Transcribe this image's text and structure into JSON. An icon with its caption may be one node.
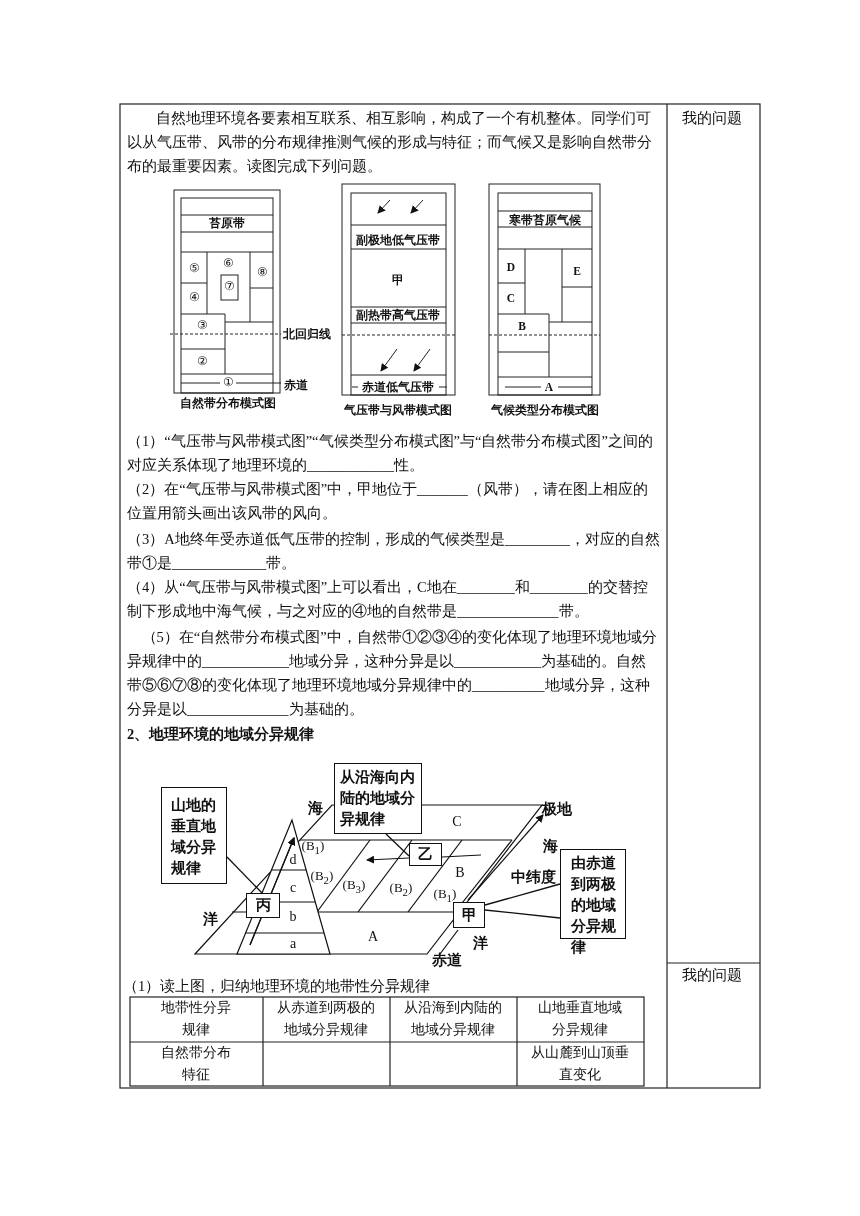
{
  "diagram": {
    "nodes": [
      {
        "text": [
          "从沿海向内陆的地域分异规律"
        ]
      },
      {
        "text": [
          "山地的垂直地域分异规律"
        ]
      },
      {
        "text": [
          "乙"
        ]
      },
      {
        "text": [
          "由赤道到两极的地域分异规律"
        ]
      },
      {
        "text": [
          "丙"
        ]
      },
      {
        "text": [
          "甲"
        ]
      }
    ],
    "edges": [
      {
        "from": 0,
        "to": 2,
        "arrow": "none"
      },
      {
        "from": 1,
        "to": 4,
        "arrow": "none"
      },
      {
        "from": 3,
        "to": 5,
        "arrow": "none"
      },
      {
        "from": 3,
        "to": 5,
        "arrow": "none"
      }
    ],
    "labels": [
      "自然地理环境各要素相互联系、相互影响，构成了一个有机整体。同学们可以从气压带、风带的分布规律推测气候的形成与特征；而气候又是影响自然带分布的最重要因素。读图完成下列问题。",
      "我的问题",
      "苔原带",
      "⑤",
      "⑥",
      "⑧",
      "⑦",
      "④",
      "③",
      "北回归线",
      "②",
      "①",
      "赤道",
      "自然带分布模式图",
      "副极地低气压带",
      "甲",
      "副热带高气压带",
      "赤道低气压带",
      "气压带与风带模式图",
      "寒带苔原气候",
      "D",
      "E",
      "C",
      "B",
      "A",
      "气候类型分布模式图",
      "（1）“气压带与风带模式图”“气候类型分布模式图”与“自然带分布模式图”之间的对应关系体现了地理环境的____________性。",
      "（2）在“气压带与风带模式图”中，甲地位于_______（风带），请在图上相应的位置用箭头画出该风带的风向。",
      "（3）A地终年受赤道低气压带的控制，形成的气候类型是_________，对应的自然带①是_____________带。",
      "（4）从“气压带与风带模式图”上可以看出，C地在________和________的交替控制下形成地中海气候，与之对应的④地的自然带是______________带。",
      "（5）在“自然带分布模式图”中，自然带①②③④的变化体现了地理环境地域分异规律中的____________地域分异，这种分异是以____________为基础的。自然带⑤⑥⑦⑧的变化体现了地理环境地域分异规律中的__________地域分异，这种分异是以______________为基础的。",
      "2、地理环境的地域分异规律",
      "海",
      "C",
      "极地",
      "(B$_{1}$)",
      "d",
      "海",
      "(B$_{2}$)",
      "B",
      "中纬度",
      "c",
      "(B$_{3}$)",
      "(B$_{2}$)",
      "(B$_{1}$)",
      "洋",
      "b",
      "A",
      "a",
      "洋",
      "赤道",
      "我的问题",
      "（1）读上图，归纳地理环境的地带性分异规律",
      "地带性分异规律",
      "从赤道到两极的地域分异规律",
      "从沿海到内陆的地域分异规律",
      "山地垂直地域分异规律",
      "自然带分布特征",
      "从山麓到山顶垂直变化"
    ]
  }
}
